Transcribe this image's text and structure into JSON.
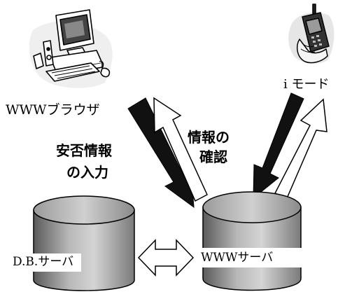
{
  "labels": {
    "browser": "WWWブラウザ",
    "imode": "i モード",
    "input_line1": "安否情報",
    "input_line2": "の入力",
    "confirm_line1": "情報の",
    "confirm_line2": "確認",
    "db_server": "D.B.サーバ",
    "www_server": "WWWサーバ"
  },
  "icons": {
    "computer": "computer-icon",
    "phone": "mobile-phone-icon"
  },
  "colors": {
    "ink": "#000000",
    "shade_light": "#d8d8d8",
    "shade_dark": "#6a6a6a",
    "paper": "#ffffff"
  }
}
